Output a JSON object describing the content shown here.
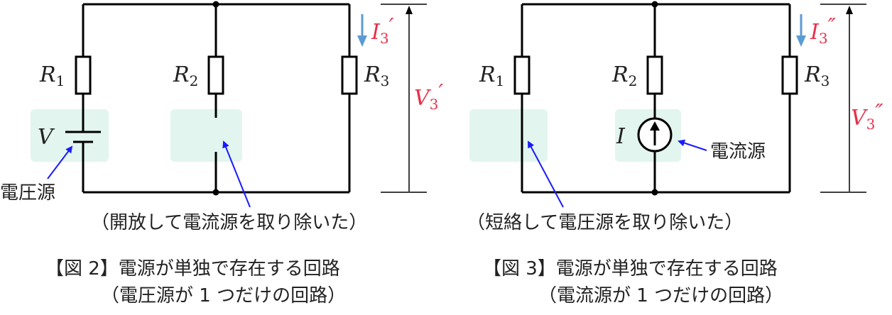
{
  "figure2": {
    "r1": "R",
    "r1_sub": "1",
    "r2": "R",
    "r2_sub": "2",
    "r3": "R",
    "r3_sub": "3",
    "v": "V",
    "i3": "I",
    "i3_sub": "3",
    "i3_prime": "′",
    "v3": "V",
    "v3_sub": "3",
    "v3_prime": "′",
    "voltage_source_label": "電圧源",
    "note": "（開放して電流源を取り除いた）",
    "caption_line1": "【図 2】電源が単独で存在する回路",
    "caption_line2": "（電圧源が 1 つだけの回路）"
  },
  "figure3": {
    "r1": "R",
    "r1_sub": "1",
    "r2": "R",
    "r2_sub": "2",
    "r3": "R",
    "r3_sub": "3",
    "i": "I",
    "i3": "I",
    "i3_sub": "3",
    "i3_prime": "″",
    "v3": "V",
    "v3_sub": "3",
    "v3_prime": "″",
    "current_source_label": "電流源",
    "note": "（短絡して電圧源を取り除いた）",
    "caption_line1": "【図 3】電源が単独で存在する回路",
    "caption_line2": "（電流源が 1 つだけの回路）"
  },
  "colors": {
    "highlight": "#e2f5ef",
    "arrow_blue": "#1a1aff",
    "current_arrow": "#5b9bd5",
    "red": "#e8304a"
  }
}
